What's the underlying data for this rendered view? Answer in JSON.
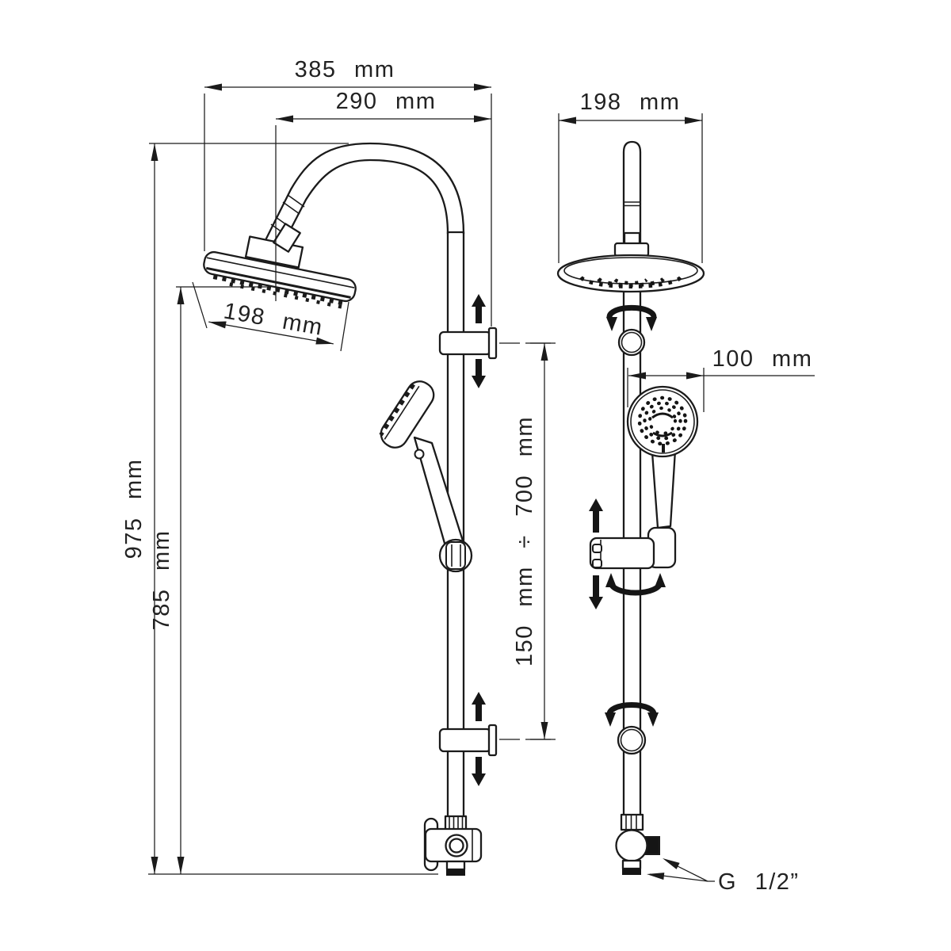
{
  "drawing": {
    "type": "technical-dimension-drawing",
    "subject": "shower column with overhead rain head, hand shower and diverter (side and front views)",
    "colors": {
      "line": "#1b1b1b",
      "background": "#ffffff"
    },
    "dims": {
      "overall_width": "385 mm",
      "arm_reach": "290 mm",
      "head_diameter_side": "198 mm",
      "head_diameter_front": "198 mm",
      "total_height": "975 mm",
      "column_height": "785 mm",
      "slider_travel": "150 mm ÷ 700 mm",
      "handshower_offset": "100 mm"
    },
    "labels": {
      "connection_thread": "G 1/2”"
    }
  }
}
